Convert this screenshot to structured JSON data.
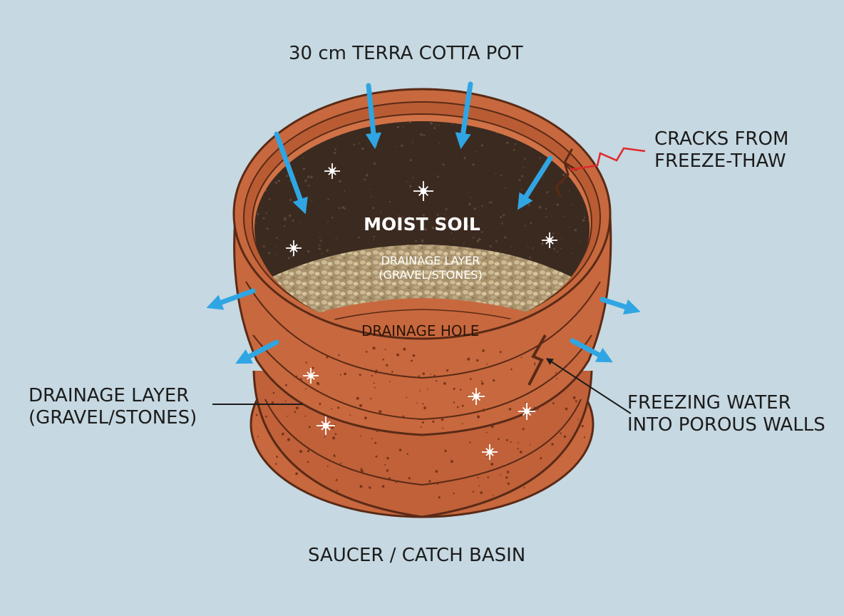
{
  "title": "30 cm TERRA COTTA POT",
  "labels": {
    "cracks": [
      "CRACKS FROM",
      "FREEZE-THAW"
    ],
    "moist_soil": "MOIST SOIL",
    "drainage_inner": [
      "DRAINAGE LAYER",
      "(GRAVEL/STONES)"
    ],
    "drainage_hole": "DRAINAGE HOLE",
    "drainage_outer": [
      "DRAINAGE LAYER",
      "(GRAVEL/STONES)"
    ],
    "freezing": [
      "FREEZING WATER",
      "INTO POROUS WALLS"
    ],
    "saucer": "SAUCER / CATCH BASIN"
  },
  "colors": {
    "background": "#c6d8e1",
    "terracotta": "#c8683e",
    "terracotta_dark": "#9e4a28",
    "outline": "#5a2a16",
    "soil": "#3b2a20",
    "gravel": "#b9a47e",
    "water_arrow": "#2fa6e3",
    "crack_line": "#e0282a",
    "frost": "#ffffff"
  },
  "icons": {
    "water_arrow": "arrow-icon",
    "frost": "snowflake-icon",
    "crack": "lightning-crack-icon"
  }
}
